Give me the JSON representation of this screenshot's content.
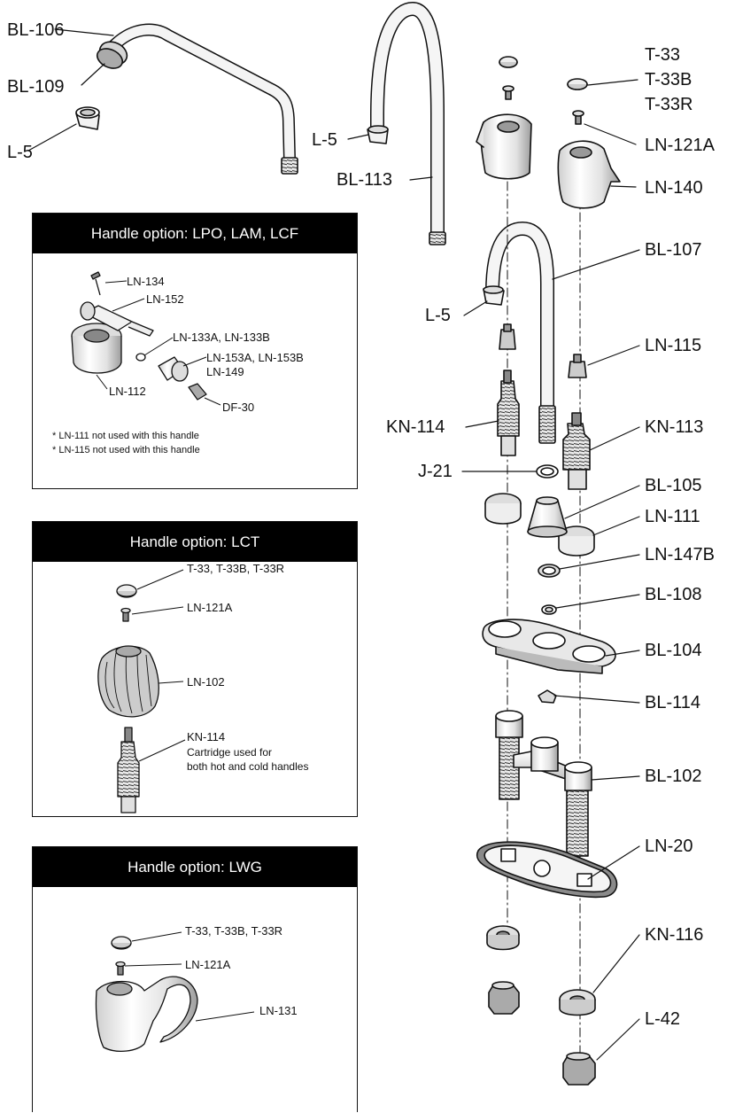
{
  "main_labels": {
    "bl106": "BL-106",
    "bl109": "BL-109",
    "l5_a": "L-5",
    "l5_b": "L-5",
    "bl113": "BL-113",
    "t33": "T-33",
    "t33b": "T-33B",
    "t33r": "T-33R",
    "ln121a": "LN-121A",
    "ln140": "LN-140",
    "bl107": "BL-107",
    "l5_c": "L-5",
    "ln115": "LN-115",
    "kn114": "KN-114",
    "kn113": "KN-113",
    "j21": "J-21",
    "bl105": "BL-105",
    "ln111": "LN-111",
    "ln147b": "LN-147B",
    "bl108": "BL-108",
    "bl104": "BL-104",
    "bl114": "BL-114",
    "bl102": "BL-102",
    "ln20": "LN-20",
    "kn116": "KN-116",
    "l42": "L-42"
  },
  "box_lpo": {
    "title": "Handle option: LPO, LAM, LCF",
    "ln134": "LN-134",
    "ln152": "LN-152",
    "ln133": "LN-133A, LN-133B",
    "ln153": "LN-153A, LN-153B",
    "ln149": "LN-149",
    "ln112": "LN-112",
    "df30": "DF-30",
    "note1": "* LN-111 not used with this handle",
    "note2": "* LN-115 not used with this handle"
  },
  "box_lct": {
    "title": "Handle option: LCT",
    "t33": "T-33, T-33B, T-33R",
    "ln121a": "LN-121A",
    "ln102": "LN-102",
    "kn114": "KN-114",
    "note1": "Cartridge used for",
    "note2": "both hot and cold handles"
  },
  "box_lwg": {
    "title": "Handle option: LWG",
    "t33": "T-33, T-33B, T-33R",
    "ln121a": "LN-121A",
    "ln131": "LN-131"
  },
  "colors": {
    "line": "#111111",
    "part_fill": "#f2f2f2",
    "part_shade": "#bdbdbd",
    "header_bg": "#000000"
  }
}
